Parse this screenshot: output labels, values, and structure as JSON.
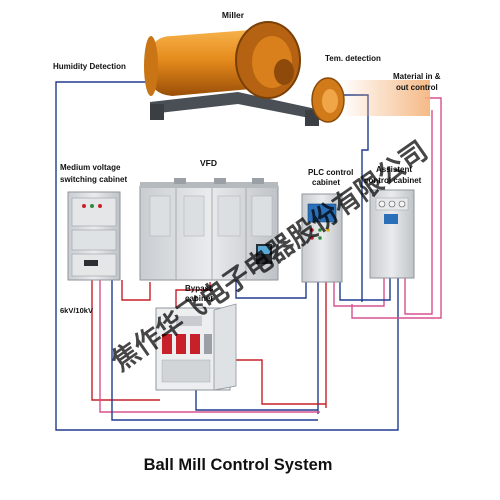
{
  "title": "Ball Mill Control System",
  "labels": {
    "miller": "Miller",
    "humidity": "Humidity Detection",
    "tem": "Tem. detection",
    "material_line1": "Material in &",
    "material_line2": "out control",
    "medium_line1": "Medium voltage",
    "medium_line2": "switching cabinet",
    "vfd": "VFD",
    "plc_line1": "PLC control",
    "plc_line2": "cabinet",
    "assistant_line1": "Assistent",
    "assistant_line2": "control cabinet",
    "bypass_line1": "Bypass",
    "bypass_line2": "cabinet",
    "voltage": "6kV/10kV"
  },
  "watermark": "焦作华飞电子电器股份有限公司",
  "colors": {
    "wire_blue": "#1f3b8f",
    "wire_red": "#c8202a",
    "wire_pink": "#d8508e",
    "mill_orange": "#e58a1c",
    "cabinet_grey": "#d6d9dc"
  }
}
